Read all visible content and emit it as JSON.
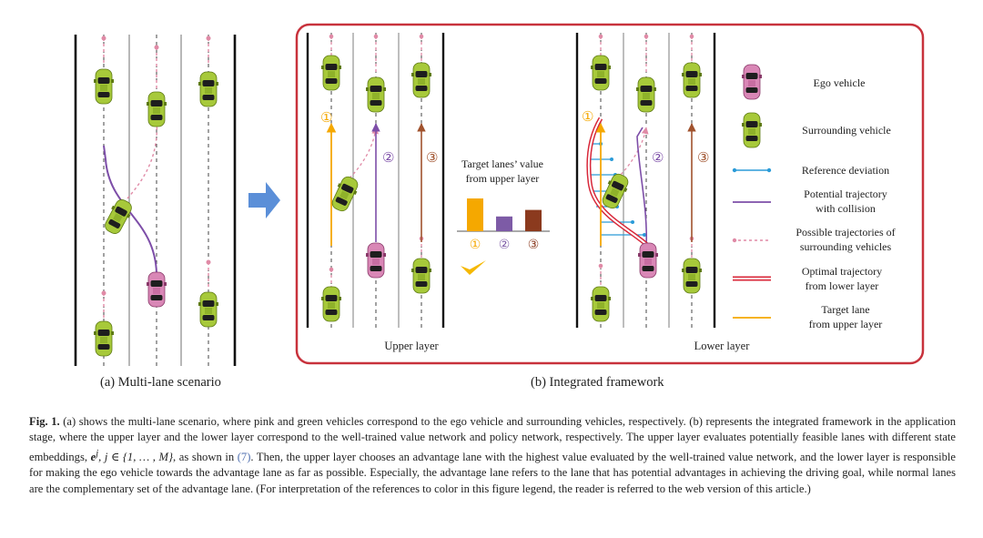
{
  "subcaption_a": "(a) Multi-lane scenario",
  "subcaption_b": "(b) Integrated framework",
  "upper_layer": "Upper layer",
  "lower_layer": "Lower layer",
  "bar_title_line1": "Target lanes’ value",
  "bar_title_line2": "from upper layer",
  "lane_numbers": [
    "①",
    "②",
    "③"
  ],
  "bars": {
    "labels": [
      "①",
      "②",
      "③"
    ],
    "values": [
      1.0,
      0.45,
      0.65
    ],
    "colors": [
      "#f5a800",
      "#7d5ba6",
      "#8b3a1e"
    ]
  },
  "legend": {
    "ego": "Ego vehicle",
    "surrounding": "Surrounding vehicle",
    "ref_dev": "Reference deviation",
    "potential_l1": "Potential trajectory",
    "potential_l2": "with collision",
    "possible_l1": "Possible trajectories of",
    "possible_l2": "surrounding vehicles",
    "optimal_l1": "Optimal trajectory",
    "optimal_l2": "from lower layer",
    "target_l1": "Target lane",
    "target_l2": "from upper layer"
  },
  "colors": {
    "frame": "#c8323c",
    "arrow": "#5b8fd8",
    "ego": "#d987b6",
    "surrounding": "#a7c93a",
    "purple": "#7d4ea8",
    "orange": "#f5a800",
    "brown": "#a0522d",
    "pink_dash": "#e08aa6",
    "ref": "#2b9bd8",
    "check": "#f5b800"
  },
  "caption": {
    "label": "Fig. 1.",
    "p1": " (a) shows the multi-lane scenario, where pink and green vehicles correspond to the ego vehicle and surrounding vehicles, respectively. (b) represents the integrated framework in the application stage, where the upper layer and the lower layer correspond to the well-trained value network and policy network, respectively. The upper layer evaluates potentially feasible lanes with different state embeddings, ",
    "math": "e",
    "math_sup": "j",
    "math_rest": ", j ∈ {1, … , M}",
    "p2": ", as shown in ",
    "ref": "(7)",
    "p3": ". Then, the upper layer chooses an advantage lane with the highest value evaluated by the well-trained value network, and the lower layer is responsible for making the ego vehicle towards the advantage lane as far as possible. Especially, the advantage lane refers to the lane that has potential advantages in achieving the driving goal, while normal lanes are the complementary set of the advantage lane.  (For interpretation of the references to color in this figure legend, the reader is referred to the web version of this article.)"
  }
}
